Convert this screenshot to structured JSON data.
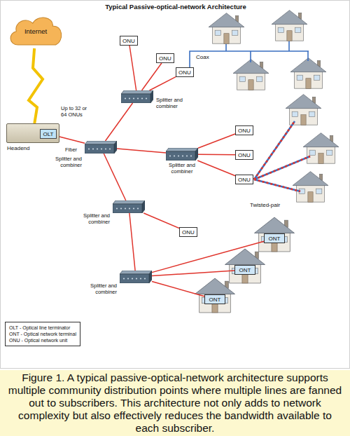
{
  "diagram": {
    "title": "Typical Passive-optical-network Architecture",
    "caption": "Figure 1. A typical passive-optical-network architecture supports multiple community distribution points where multiple lines are fanned out to subscribers. This architecture not only adds to network complexity but also effectively reduces the bandwidth available to each subscriber.",
    "nodes": [
      {
        "text": [
          "Internet"
        ]
      },
      {
        "text": [
          "Headend"
        ]
      },
      {
        "text": [
          "OLT"
        ],
        "in": 1
      },
      {
        "text": [
          "ONU"
        ]
      },
      {
        "text": [
          "ONU"
        ]
      },
      {
        "text": [
          "ONU"
        ]
      },
      {
        "text": [
          "Splitter and combiner"
        ]
      },
      {
        "text": [
          "ONU"
        ]
      },
      {
        "text": [
          "Splitter and combiner"
        ]
      },
      {
        "text": [
          "Splitter and combiner"
        ]
      },
      {
        "text": [
          "ONU"
        ]
      },
      {
        "text": [
          "ONU"
        ]
      },
      {
        "text": [
          "Splitter and combiner"
        ]
      },
      {
        "text": [
          "ONU"
        ]
      },
      {
        "text": [
          "ONT"
        ]
      },
      {
        "text": [
          "Splitter and combiner"
        ]
      },
      {
        "text": [
          "ONT"
        ]
      },
      {
        "text": [
          "ONT"
        ]
      }
    ],
    "edges": [
      {
        "from": 0,
        "to": 1,
        "arrow": "none"
      },
      {
        "from": 2,
        "to": 8,
        "arrow": "none"
      },
      {
        "from": 8,
        "to": 6,
        "arrow": "none"
      },
      {
        "from": 8,
        "to": 9,
        "arrow": "none"
      },
      {
        "from": 8,
        "to": 12,
        "arrow": "none"
      },
      {
        "from": 6,
        "to": 3,
        "arrow": "none"
      },
      {
        "from": 6,
        "to": 4,
        "arrow": "none"
      },
      {
        "from": 6,
        "to": 5,
        "arrow": "none"
      },
      {
        "from": 9,
        "to": 7,
        "arrow": "none"
      },
      {
        "from": 9,
        "to": 10,
        "arrow": "none"
      },
      {
        "from": 9,
        "to": 11,
        "arrow": "none"
      },
      {
        "from": 12,
        "to": 13,
        "arrow": "none"
      },
      {
        "from": 12,
        "to": 15,
        "arrow": "none"
      },
      {
        "from": 15,
        "to": 14,
        "arrow": "none"
      },
      {
        "from": 15,
        "to": 16,
        "arrow": "none"
      },
      {
        "from": 15,
        "to": 17,
        "arrow": "none"
      }
    ],
    "labels": [
      "Up to 32 or 64 ONUs",
      "Fiber",
      "Coax",
      "Twisted-pair"
    ],
    "legend": [
      {
        "text": "OLT - Optical line terminator"
      },
      {
        "text": "ONT - Optical network terminal"
      },
      {
        "text": "ONU - Optical network unit"
      }
    ]
  }
}
